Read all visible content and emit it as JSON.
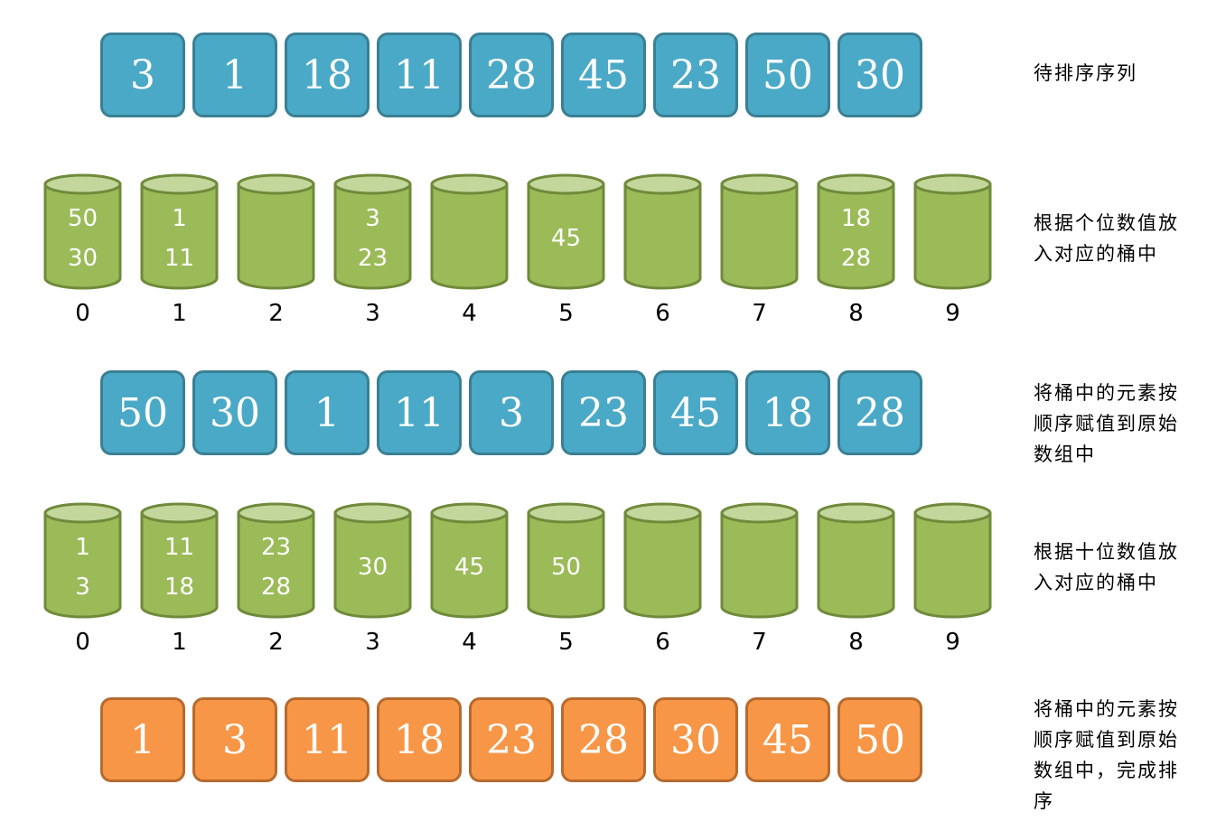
{
  "rows": [
    {
      "kind": "array",
      "color": "blue",
      "values": [
        "3",
        "1",
        "18",
        "11",
        "28",
        "45",
        "23",
        "50",
        "30"
      ],
      "note": "待排序序列"
    },
    {
      "kind": "buckets",
      "buckets": [
        [
          "50",
          "30"
        ],
        [
          "1",
          "11"
        ],
        [],
        [
          "3",
          "23"
        ],
        [],
        [
          "45"
        ],
        [],
        [],
        [
          "18",
          "28"
        ],
        []
      ],
      "labels": [
        "0",
        "1",
        "2",
        "3",
        "4",
        "5",
        "6",
        "7",
        "8",
        "9"
      ],
      "note": "根据个位数值放入对应的桶中"
    },
    {
      "kind": "array",
      "color": "blue",
      "values": [
        "50",
        "30",
        "1",
        "11",
        "3",
        "23",
        "45",
        "18",
        "28"
      ],
      "note": "将桶中的元素按顺序赋值到原始数组中"
    },
    {
      "kind": "buckets",
      "buckets": [
        [
          "1",
          "3"
        ],
        [
          "11",
          "18"
        ],
        [
          "23",
          "28"
        ],
        [
          "30"
        ],
        [
          "45"
        ],
        [
          "50"
        ],
        [],
        [],
        [],
        []
      ],
      "labels": [
        "0",
        "1",
        "2",
        "3",
        "4",
        "5",
        "6",
        "7",
        "8",
        "9"
      ],
      "note": "根据十位数值放入对应的桶中"
    },
    {
      "kind": "array",
      "color": "orange",
      "values": [
        "1",
        "3",
        "11",
        "18",
        "23",
        "28",
        "30",
        "45",
        "50"
      ],
      "note": "将桶中的元素按顺序赋值到原始数组中，完成排序"
    }
  ],
  "colors": {
    "blue": "#4aa9c6",
    "orange": "#f79646",
    "bucket_body": "#9bbb59",
    "bucket_top": "#c3d69b",
    "bucket_edge": "#6f8a3a"
  }
}
